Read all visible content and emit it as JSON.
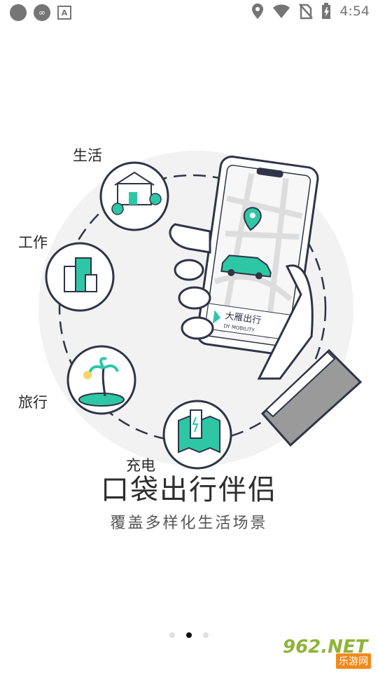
{
  "status_bar": {
    "time": "4:54",
    "left_icons": [
      "circle-icon",
      "cloud-app-icon",
      "a-app-icon"
    ],
    "right_icons": [
      "location-icon",
      "wifi-icon",
      "no-sim-icon",
      "battery-charging-icon"
    ]
  },
  "illustration": {
    "brand_name": "大雁出行",
    "brand_sub": "DY MOBILITY",
    "categories": [
      {
        "label": "生活",
        "icon": "house-icon"
      },
      {
        "label": "工作",
        "icon": "office-building-icon"
      },
      {
        "label": "旅行",
        "icon": "island-icon"
      },
      {
        "label": "充电",
        "icon": "charging-station-icon"
      }
    ],
    "colors": {
      "accent": "#2ec7a6",
      "line": "#2f3447",
      "bg_circle": "#f2f2f2"
    }
  },
  "onboarding": {
    "title": "口袋出行伴侣",
    "subtitle": "覆盖多样化生活场景"
  },
  "pager": {
    "total": 3,
    "current": 2
  },
  "watermark": {
    "main": "962.NET",
    "sub": "乐游网"
  }
}
